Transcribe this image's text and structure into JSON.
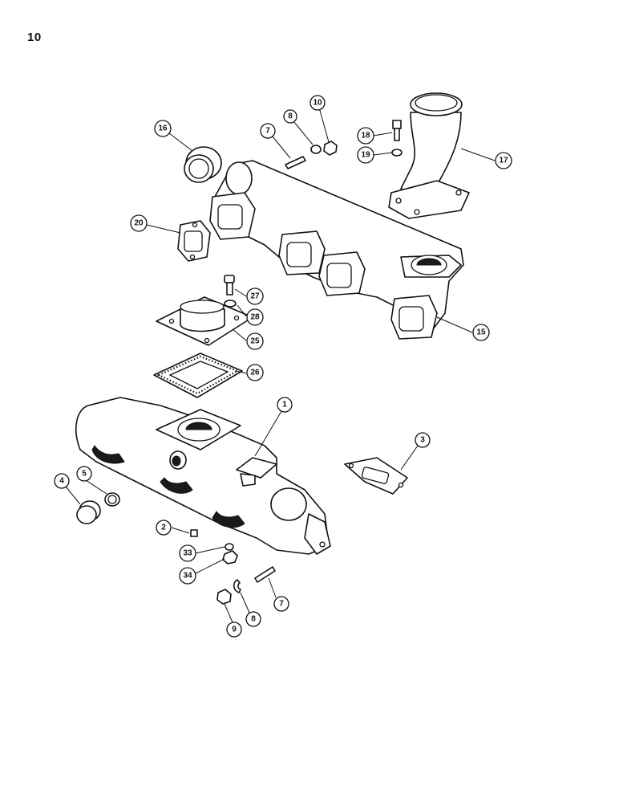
{
  "page_number": "10",
  "callouts": [
    {
      "id": "c16",
      "label": "16"
    },
    {
      "id": "c7a",
      "label": "7"
    },
    {
      "id": "c8a",
      "label": "8"
    },
    {
      "id": "c10",
      "label": "10"
    },
    {
      "id": "c18",
      "label": "18"
    },
    {
      "id": "c19",
      "label": "19"
    },
    {
      "id": "c17",
      "label": "17"
    },
    {
      "id": "c20",
      "label": "20"
    },
    {
      "id": "c27",
      "label": "27"
    },
    {
      "id": "c28",
      "label": "28"
    },
    {
      "id": "c25",
      "label": "25"
    },
    {
      "id": "c15",
      "label": "15"
    },
    {
      "id": "c26",
      "label": "26"
    },
    {
      "id": "c1",
      "label": "1"
    },
    {
      "id": "c3",
      "label": "3"
    },
    {
      "id": "c5",
      "label": "5"
    },
    {
      "id": "c4",
      "label": "4"
    },
    {
      "id": "c2",
      "label": "2"
    },
    {
      "id": "c33",
      "label": "33"
    },
    {
      "id": "c34",
      "label": "34"
    },
    {
      "id": "c7b",
      "label": "7"
    },
    {
      "id": "c8b",
      "label": "8"
    },
    {
      "id": "c9",
      "label": "9"
    }
  ]
}
